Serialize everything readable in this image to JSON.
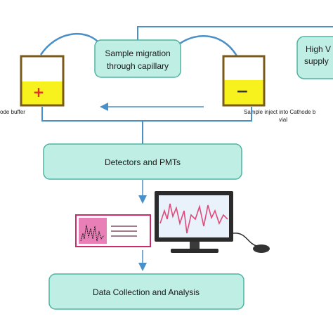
{
  "boxes": {
    "migration_line1": "Sample migration",
    "migration_line2": "through capillary",
    "power_line1": "High V",
    "power_line2": "supply",
    "detectors": "Detectors and PMTs",
    "data": "Data Collection and Analysis"
  },
  "vials": {
    "anode_symbol": "+",
    "cathode_symbol": "−",
    "anode_label": "ode buffer",
    "cathode_label_line1": "Sample inject into Cathode b",
    "cathode_label_line2": "vial"
  },
  "colors": {
    "box_fill": "#bfeee4",
    "box_stroke": "#4fb3a1",
    "arrow": "#4a90c8",
    "vial_frame": "#7a5a1a",
    "vial_fill": "#f7f21e",
    "plus": "#e0301e",
    "minus": "#333333",
    "spectrum_line": "#e04a7a"
  },
  "icons": [
    "peak-report-icon",
    "computer-monitor-icon",
    "mouse-icon"
  ]
}
